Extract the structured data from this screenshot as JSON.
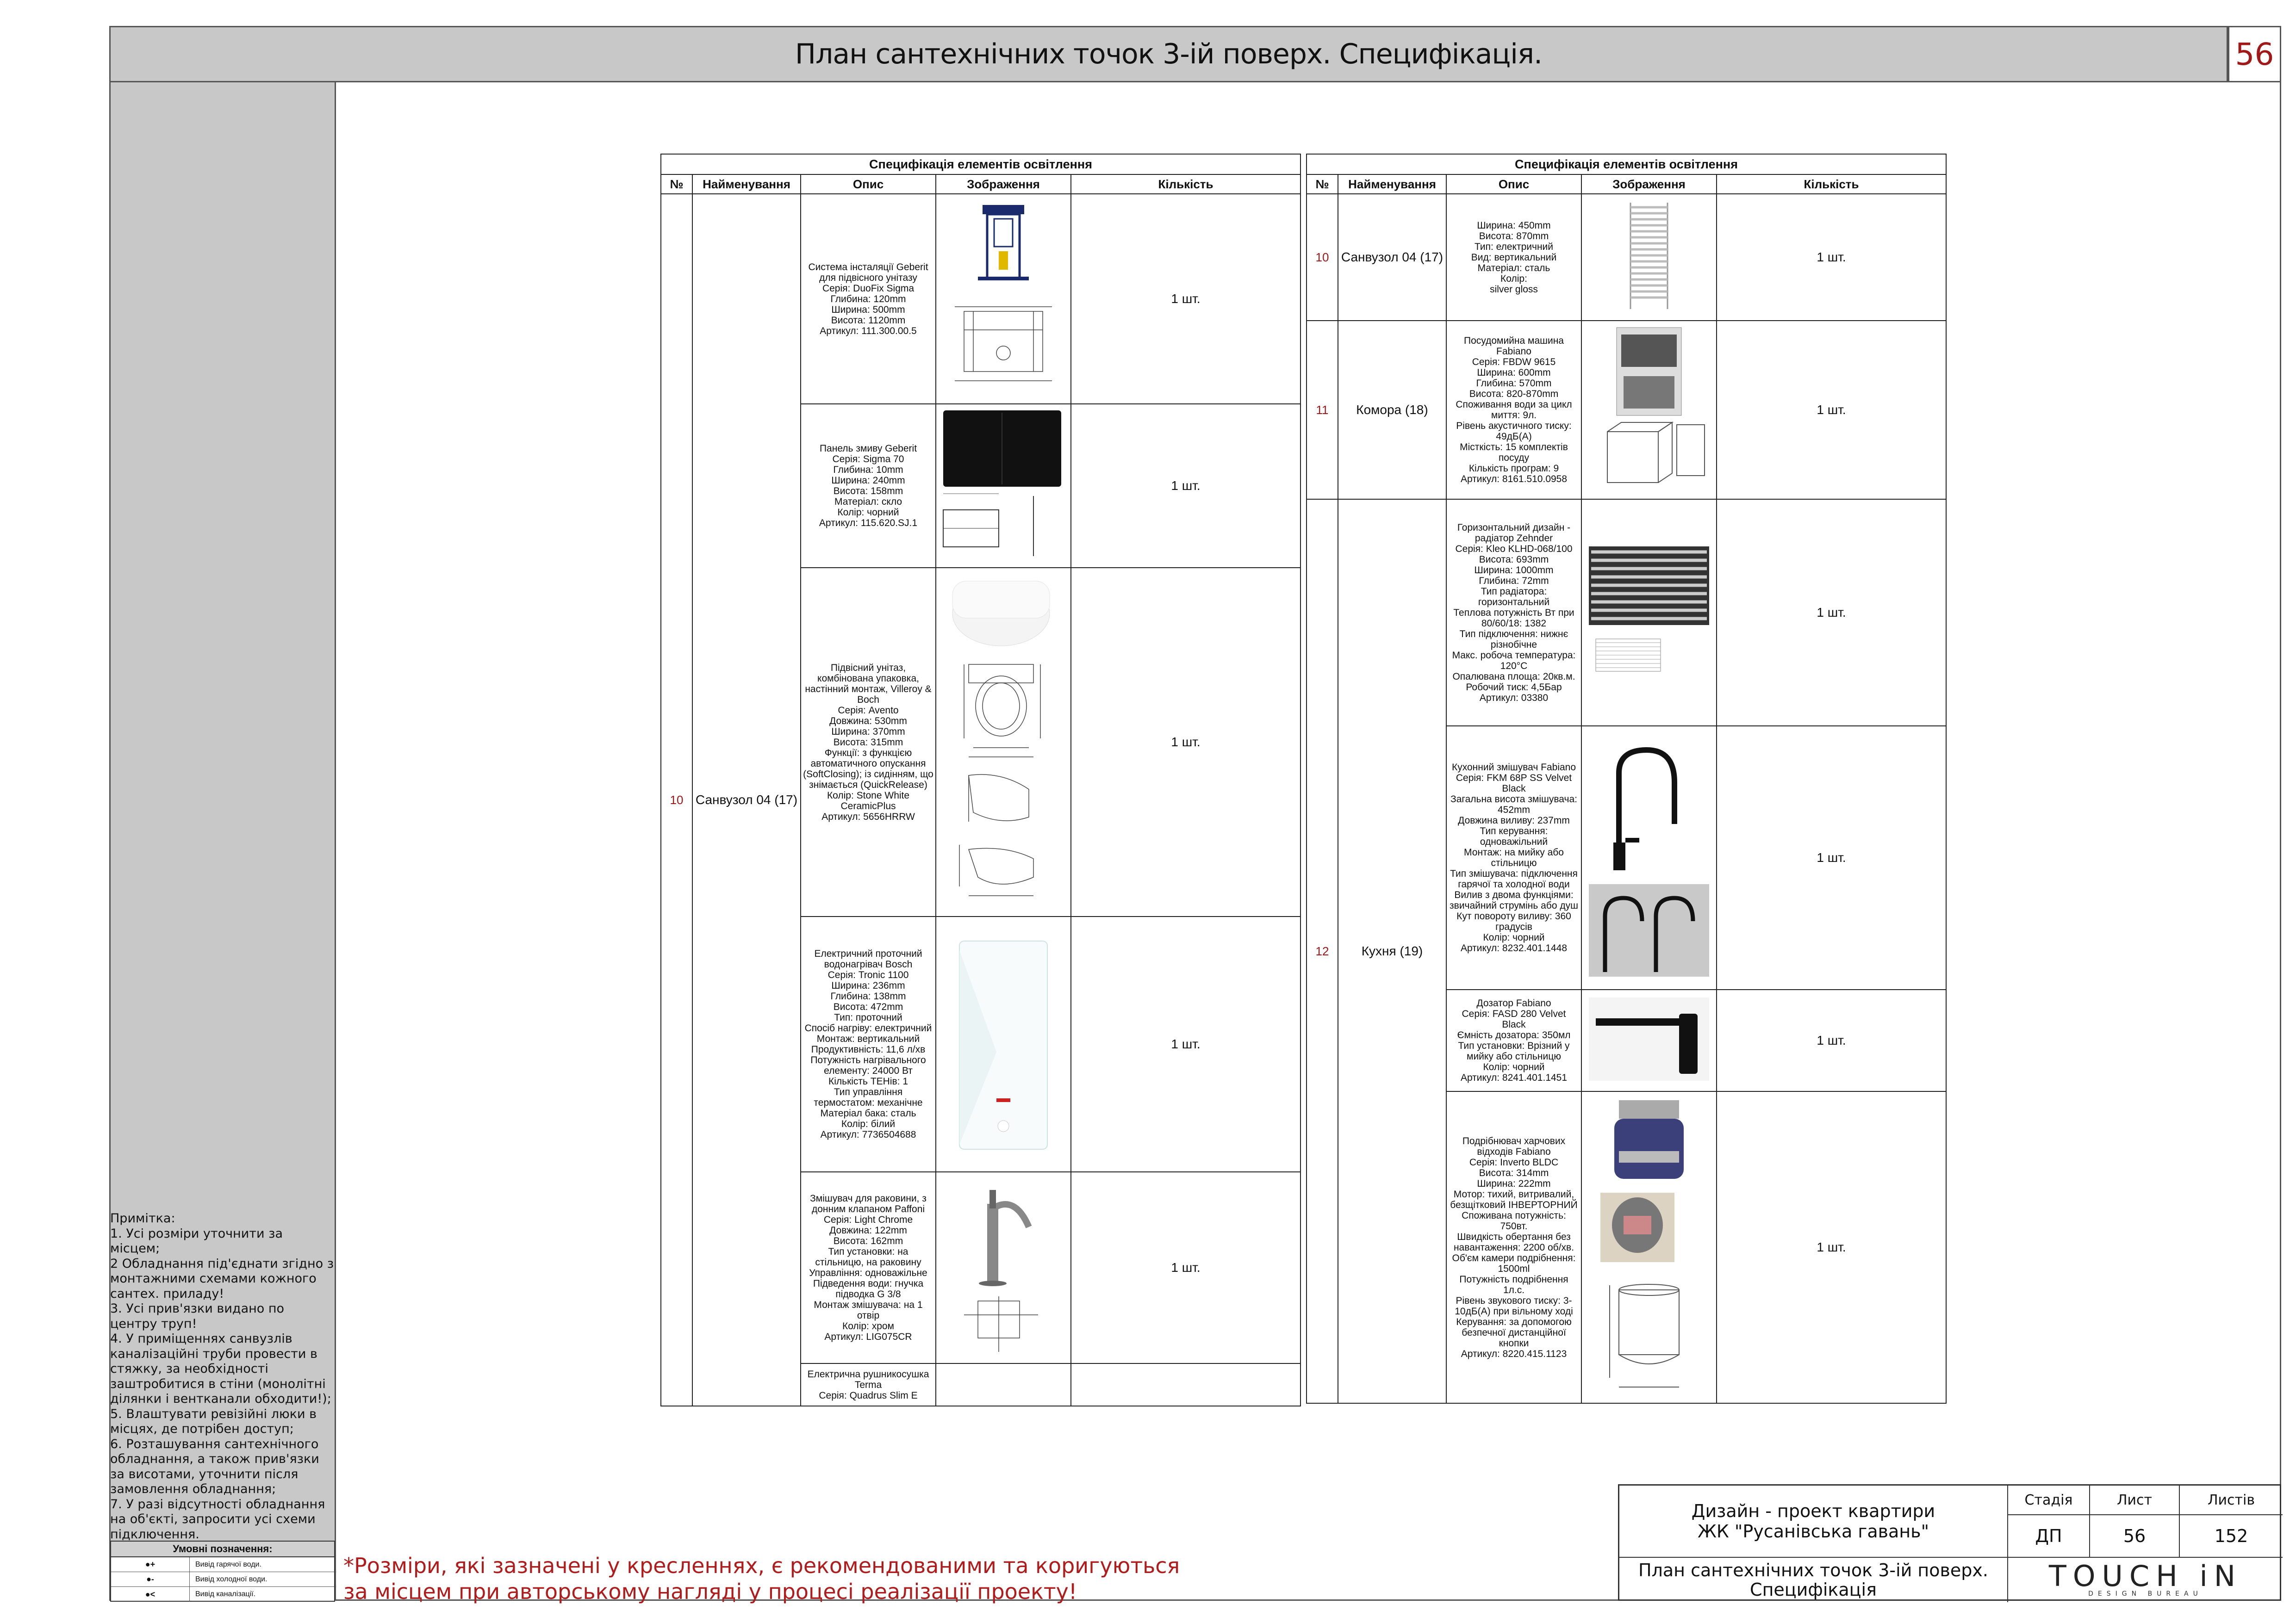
{
  "header": {
    "title": "План сантехнічних точок 3-ій поверх. Специфікація.",
    "sheet": "56"
  },
  "notes": [
    "Примітка:",
    "1. Усі розміри уточнити за місцем;",
    "2 Обладнання під'єднати згідно з монтажними схемами кожного сантех. приладу!",
    "3. Усі прив'язки видано по центру труп!",
    "4. У приміщеннях санвузлів каналізаційні труби провести в стяжку, за необхідності заштробитися в стіни (монолітні ділянки і вентканали обходити!);",
    "5. Влаштувати ревізійні люки в місцях, де потрібен доступ;",
    "6. Розташування сантехнічного обладнання, а також прив'язки за висотами, уточнити після замовлення обладнання;",
    "7. У разі відсутності обладнання на об'єкті, запросити усі схеми підключення."
  ],
  "legend": {
    "title": "Умовні позначення:",
    "rows": [
      {
        "symbol": "●+",
        "label": "Вивід гарячої води."
      },
      {
        "symbol": "●-",
        "label": "Вивід холодної води."
      },
      {
        "symbol": "●<",
        "label": "Вивід каналізації."
      }
    ]
  },
  "footnote": [
    "*Розміри, які зазначені у кресленнях, є рекомендованими та коригуються",
    "за місцем при авторському нагляді у процесі реалізації проекту!"
  ],
  "table_caption": "Специфікація елементів освітлення",
  "columns": {
    "no": "№",
    "name": "Найменування",
    "desc": "Опис",
    "image": "Зображення",
    "qty": "Кількість"
  },
  "left_table": {
    "group_no": "10",
    "group_name": "Санвузол 04 (17)",
    "rows": [
      {
        "desc": "Система інсталяції Geberit для підвісного унітазу\nСерія: DuoFix Sigma\nГлибина: 120mm\nШирина: 500mm\nВисота: 1120mm\nАртикул: 111.300.00.5",
        "qty": "1 шт.",
        "image": "installation-frame"
      },
      {
        "desc": "Панель змиву Geberit\nСерія: Sigma 70\nГлибина: 10mm\nШирина: 240mm\nВисота: 158mm\nМатеріал: скло\nКолір: чорний\nАртикул: 115.620.SJ.1",
        "qty": "1 шт.",
        "image": "flush-panel"
      },
      {
        "desc": "Підвісний унітаз, комбінована упаковка, настінний монтаж, Villeroy & Boch\nСерія: Avento\nДовжина: 530mm\nШирина: 370mm\nВисота: 315mm\nФункції: з функцією автоматичного опускання (SoftClosing); із сидінням, що знімається (QuickRelease)\nКолір: Stone White CeramicPlus\nАртикул: 5656HRRW",
        "qty": "1 шт.",
        "image": "toilet"
      },
      {
        "desc": "Електричний проточний водонагрівач Bosch\nСерія: Tronic 1100\nШирина: 236mm\nГлибина: 138mm\nВисота: 472mm\nТип: проточний\nСпосіб нагріву: електричний\nМонтаж: вертикальний\nПродуктивність: 11,6 л/хв\nПотужність нагрівального елементу: 24000 Вт\nКількість ТЕНів: 1\nТип управління термостатом: механічне\nМатеріал бака: сталь\nКолір: білий\nАртикул: 7736504688",
        "qty": "1 шт.",
        "image": "water-heater"
      },
      {
        "desc": "Змішувач для раковини, з донним клапаном Paffoni\nСерія: Light Chrome\nДовжина: 122mm\nВисота: 162mm\nТип установки: на стільницю, на раковину\nУправління: одноважільне\nПідведення води: гнучка підводка G 3/8\nМонтаж змішувача: на 1 отвір\nКолір: хром\nАртикул: LIG075CR",
        "qty": "1 шт.",
        "image": "basin-mixer"
      },
      {
        "desc": "Електрична рушникосушка Terma\nСерія: Quadrus Slim E",
        "qty": "",
        "image": ""
      }
    ]
  },
  "right_table": {
    "rows": [
      {
        "no": "10",
        "name": "Санвузол 04 (17)",
        "desc": "Ширина: 450mm\nВисота: 870mm\nТип: електричний\nВид: вертикальний\nМатеріал: сталь\nКолір:\nsilver gloss",
        "qty": "1 шт.",
        "image": "towel-rail"
      },
      {
        "no": "11",
        "name": "Комора (18)",
        "desc": "Посудомийна машина Fabiano\nСерія: FBDW 9615\nШирина: 600mm\nГлибина: 570mm\nВисота: 820-870mm\nСпоживання води за цикл миття: 9л.\nРівень акустичного тиску: 49дБ(А)\nМісткість: 15 комплектів посуду\nКількість програм: 9\nАртикул: 8161.510.0958",
        "qty": "1 шт.",
        "image": "dishwasher"
      },
      {
        "no": "12",
        "name": "Кухня (19)",
        "desc": "Горизонтальний дизайн - радіатор Zehnder\nСерія: Kleo KLHD-068/100\nВисота: 693mm\nШирина: 1000mm\nГлибина: 72mm\nТип радіатора: горизонтальний\nТеплова потужність Вт при 80/60/18: 1382\nТип підключення: нижнє різнобічне\nМакс. робоча температура: 120°С\nОпалювана площа: 20кв.м.\nРобочий тиск: 4,5Бар\nАртикул: 03380",
        "qty": "1 шт.",
        "image": "radiator"
      },
      {
        "no": "",
        "name": "",
        "desc": "Кухонний змішувач Fabiano\nСерія: FKM 68P SS Velvet Black\nЗагальна висота змішувача: 452mm\nДовжина виливу: 237mm\nТип керування: одноважільний\nМонтаж: на мийку або стільницю\nТип змішувача: підключення гарячої та холодної води\nВилив з двома функціями: звичайний струмінь або душ\nКут повороту виливу: 360 градусів\nКолір: чорний\nАртикул: 8232.401.1448",
        "qty": "1 шт.",
        "image": "kitchen-mixer"
      },
      {
        "no": "",
        "name": "",
        "desc": "Дозатор Fabiano\nСерія: FASD 280 Velvet Black\nЄмність дозатора: 350мл\nТип установки: Врізний у мийку або стільницю\nКолір: чорний\nАртикул: 8241.401.1451",
        "qty": "1 шт.",
        "image": "soap-dispenser"
      },
      {
        "no": "",
        "name": "",
        "desc": "Подрібнювач харчових відходів Fabiano\nСерія: Inverto BLDC\nВисота: 314mm\nШирина: 222mm\nМотор: тихий, витривалий, безщітковий ІНВЕРТОРНИЙ\nСпоживана потужність: 750вт.\nШвидкість обертання без навантаження: 2200 об/хв.\nОб'єм камери подрібнення: 1500ml\nПотужність подрібнення 1л.с.\nРівень звукового тиску: 3-10дБ(А) при вільному ході\nКерування: за допомогою безпечної дистанційної кнопки\nАртикул: 8220.415.1123",
        "qty": "1 шт.",
        "image": "food-disposer"
      }
    ]
  },
  "title_block": {
    "project_line1": "Дизайн - проект квартири",
    "project_line2": "ЖК \"Русанівська гавань\"",
    "sheet_title1": "План сантехнічних точок 3-ій поверх.",
    "sheet_title2": "Специфікація",
    "stage_label": "Стадія",
    "sheet_label": "Лист",
    "sheets_label": "Листів",
    "stage": "ДП",
    "sheet": "56",
    "sheets": "152",
    "logo": "TOUCH iN",
    "logo_sub": "DESIGN BUREAU"
  }
}
